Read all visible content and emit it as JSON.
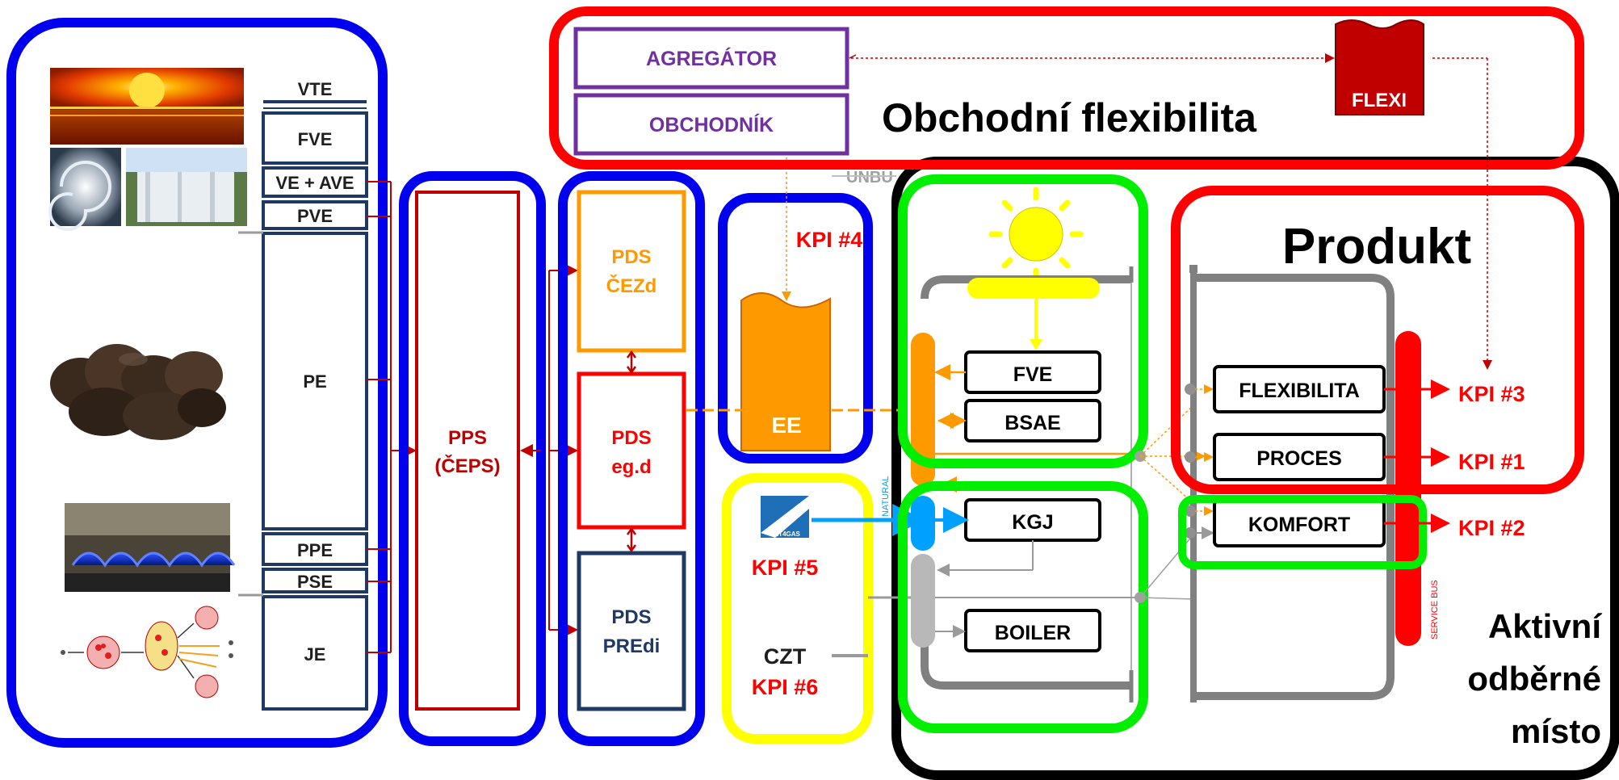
{
  "sources": {
    "vte": "VTE",
    "fve": "FVE",
    "ve_ave": "VE + AVE",
    "pve": "PVE",
    "pe": "PE",
    "ppe": "PPE",
    "pse": "PSE",
    "je": "JE"
  },
  "pps": {
    "line1": "PPS",
    "line2": "(ČEPS)"
  },
  "pds": {
    "cezd_line1": "PDS",
    "cezd_line2": "ČEZd",
    "egd_line1": "PDS",
    "egd_line2": "eg.d",
    "predi_line1": "PDS",
    "predi_line2": "PREdi"
  },
  "ee": {
    "label": "EE",
    "kpi": "KPI #4"
  },
  "gas": {
    "logo": "NET4GAS",
    "kpi": "KPI #5"
  },
  "czt": {
    "label": "CZT",
    "kpi": "KPI #6"
  },
  "market": {
    "agregator": "AGREGÁTOR",
    "obchodnik": "OBCHODNÍK",
    "title": "Obchodní flexibilita",
    "flexi": "FLEXI",
    "unbundling_fragment": "UNBU"
  },
  "site": {
    "fve": "FVE",
    "bsae": "BSAE",
    "kgj": "KGJ",
    "boiler": "BOILER",
    "natural_gas": "NATURAL",
    "service_bus": "SERVICE BUS",
    "aktivni": "Aktivní",
    "odberne": "odběrné",
    "misto": "místo"
  },
  "product": {
    "title": "Produkt",
    "flexibilita": "FLEXIBILITA",
    "proces": "PROCES",
    "komfort": "KOMFORT",
    "kpi3": "KPI #3",
    "kpi1": "KPI #1",
    "kpi2": "KPI #2"
  },
  "colors": {
    "blue": "#0000ee",
    "red": "#ff0000",
    "black": "#000000",
    "green": "#00ee00",
    "yellow": "#ffff00",
    "orange": "#ff9900",
    "purple": "#7030a0",
    "navy": "#1f3864",
    "darkred": "#c00000",
    "grey": "#808080"
  }
}
